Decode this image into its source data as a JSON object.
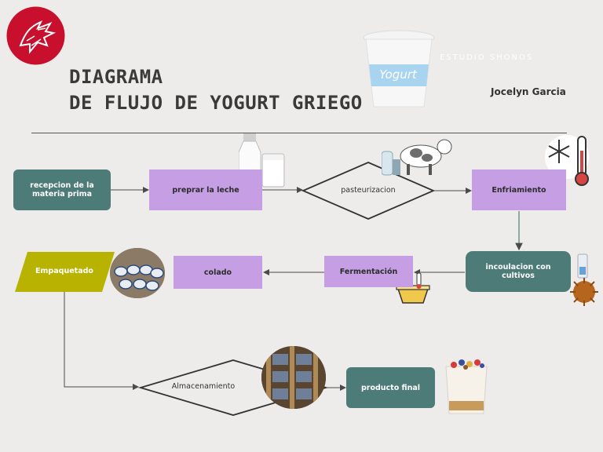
{
  "header": {
    "title_line1": "DIAGRAMA",
    "title_line2": "DE FLUJO DE YOGURT GRIEGO",
    "author": "Jocelyn Garcia",
    "studio": "ESTUDIO SHONOS",
    "cup_label": "Yogurt"
  },
  "steps": {
    "recepcion": "recepcion de la materia prima",
    "preparar": "preprar la leche",
    "pasteurizacion": "pasteurizacion",
    "enfriamiento": "Enfriamiento",
    "inoculacion": "incoulacion con cultivos",
    "fermentacion": "Fermentación",
    "colado": "colado",
    "empaquetado": "Empaquetado",
    "almacenamiento": "Almacenamiento",
    "producto": "producto final"
  },
  "colors": {
    "teal": "#4d7b78",
    "purple": "#c59ee3",
    "lime": "#b8b300",
    "logo": "#c8102e"
  }
}
